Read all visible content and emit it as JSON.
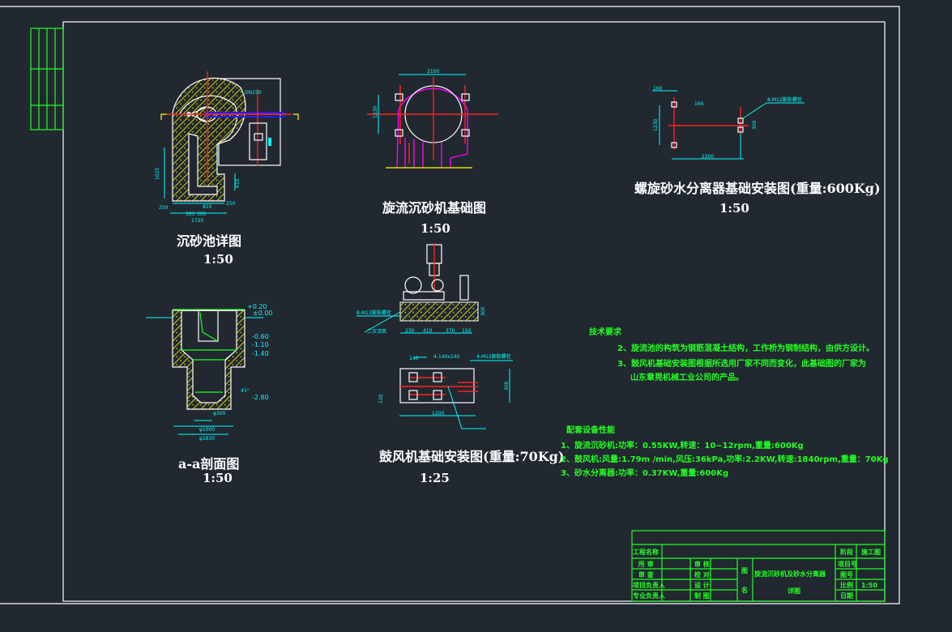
{
  "drawings": {
    "grit_tank": {
      "title": "沉砂池详图",
      "scale": "1:50",
      "dims": [
        "250",
        "810",
        "250",
        "305",
        "305",
        "1720",
        "1025",
        "610",
        "DN150"
      ]
    },
    "cyclone_foundation": {
      "title": "旋流沉砂机基础图",
      "scale": "1:50",
      "dims": [
        "2100",
        "1230"
      ]
    },
    "separator_foundation": {
      "title": "螺旋砂水分离器基础安装图(重量:600Kg)",
      "scale": "1:50",
      "dims": [
        "160",
        "160",
        "1230",
        "2200",
        "300"
      ],
      "bolt_label": "8-M12膨胀螺栓"
    },
    "section_aa": {
      "title": "a-a剖面图",
      "scale": "1:50",
      "levels": [
        "+0.20",
        "±0.00",
        "-0.60",
        "-1.10",
        "-1.40",
        "-2.80"
      ],
      "dims": [
        "φ300",
        "φ1000",
        "φ1830"
      ],
      "angle": "45°"
    },
    "blower_foundation": {
      "title": "鼓风机基础安装图(重量:70Kg)",
      "scale": "1:25",
      "dims": [
        "230",
        "410",
        "370",
        "150",
        "300",
        "140",
        "120",
        "1200",
        "300"
      ],
      "labels": [
        "4-140x140",
        "4-M12膨胀螺栓",
        "8-M12膨胀螺栓",
        "二次浇筑"
      ]
    }
  },
  "notes": {
    "tech_title": "技术要求",
    "tech_items": [
      "2、旋流池的构筑为钢筋混凝土结构，工作桥为钢制结构，由供方设计。",
      "3、鼓风机基础安装图根据所选用厂家不同而变化，此基础图的厂家为",
      "山东章晃机械工业公司的产品。"
    ],
    "equip_title": "配套设备性能",
    "equip_items": [
      "1、旋流沉砂机:功率：0.55KW,转速：10~12rpm,重量:600Kg",
      "2、鼓风机:风量:1.79m /min,风压:36kPa,功率:2.2KW,转速:1840rpm,重量：70Kg",
      "3、砂水分离器:功率：0.37KW,重量:600Kg"
    ]
  },
  "title_block": {
    "project_name_label": "工程名称",
    "stage_label": "阶段",
    "stage_value": "施工图",
    "rows": [
      {
        "a": "所 审",
        "b": "审 核"
      },
      {
        "a": "审 查",
        "b": "校 对"
      },
      {
        "a": "项目负责人",
        "b": "设 计"
      },
      {
        "a": "专业负责人",
        "b": "制 图"
      }
    ],
    "drawing_name_label_1": "图",
    "drawing_name_label_2": "名",
    "drawing_name_1": "旋流沉砂机及砂水分离器",
    "drawing_name_2": "详图",
    "right_labels": [
      "项目号",
      "图号",
      "比例",
      "日期"
    ],
    "scale_value": "1:50"
  },
  "colors": {
    "background": "#212830",
    "text": "#22ff22",
    "dimension": "#00ffff",
    "centerline": "#ff2020"
  }
}
